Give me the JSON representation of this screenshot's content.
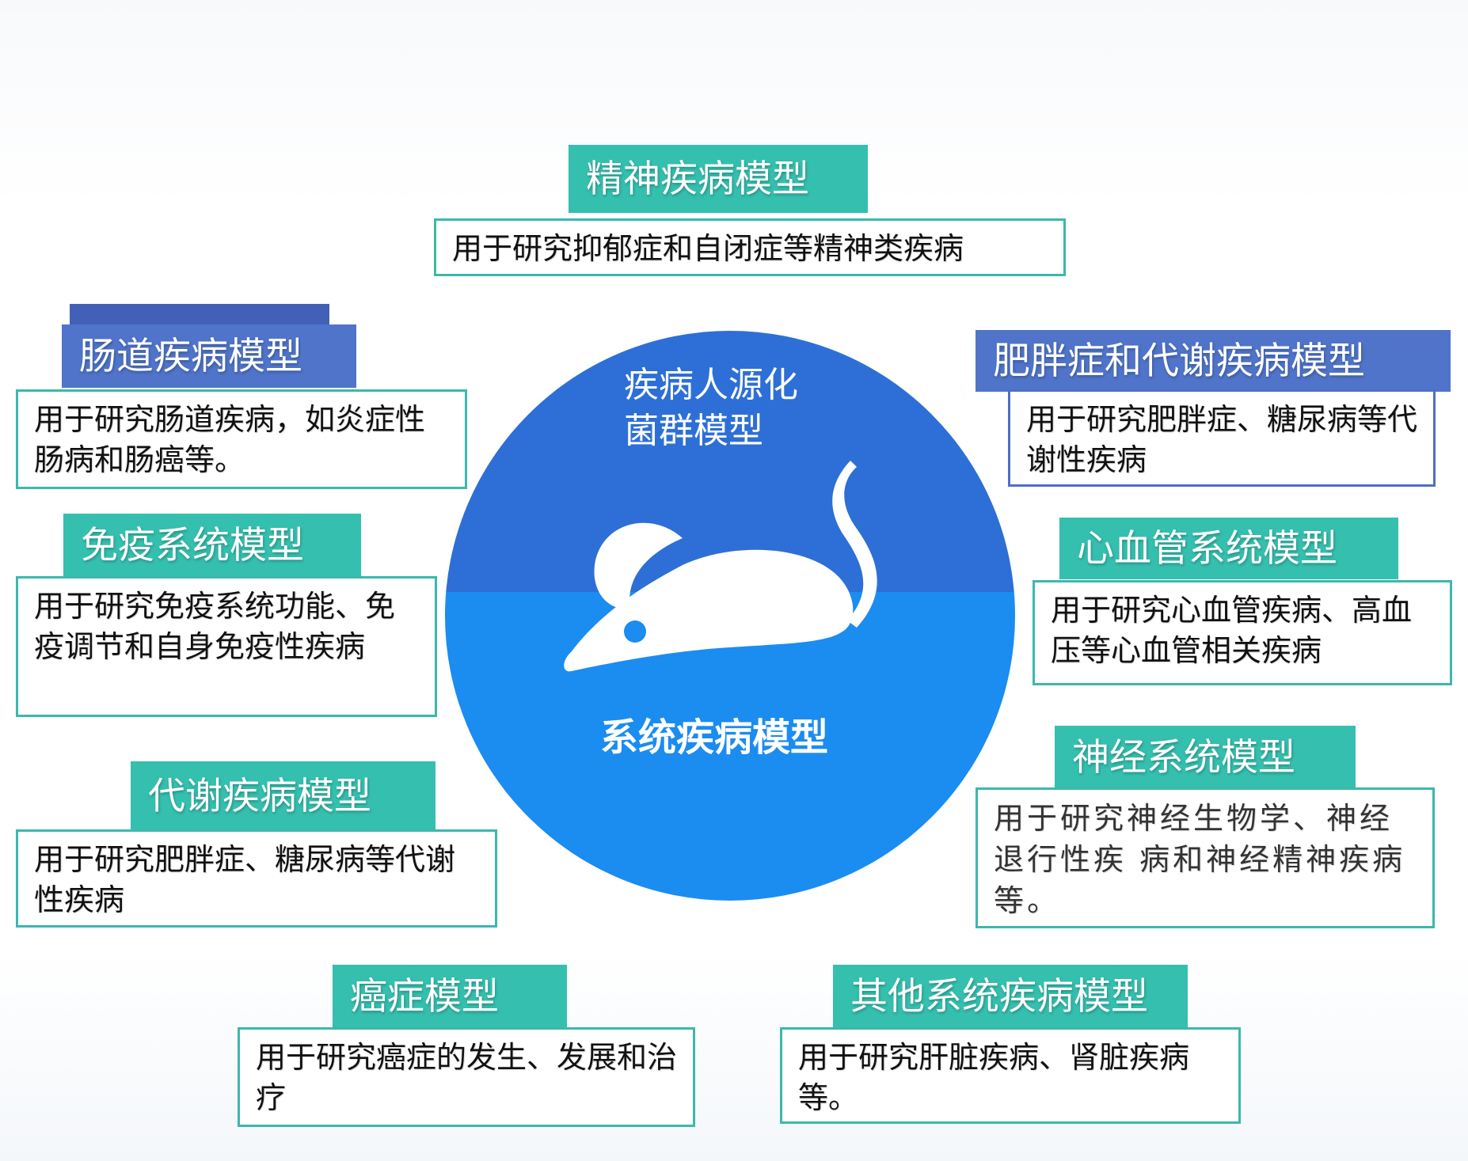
{
  "center": {
    "top_text_line1": "疾病人源化",
    "top_text_line2": "菌群模型",
    "bottom_title": "系统疾病模型",
    "mouse_icon": "mouse-icon",
    "colors": {
      "top": "#2d6fd6",
      "bottom": "#1b8cf0"
    }
  },
  "models": [
    {
      "title": "精神疾病模型",
      "desc": "用于研究抑郁症和自闭症等精神类疾病"
    },
    {
      "title": "肠道疾病模型",
      "desc": "用于研究肠道疾病，如炎症性肠病和肠癌等。"
    },
    {
      "title": "肥胖症和代谢疾病模型",
      "desc": "用于研究肥胖症、糖尿病等代谢性疾病"
    },
    {
      "title": "免疫系统模型",
      "desc": "用于研究免疫系统功能、免疫调节和自身免疫性疾病"
    },
    {
      "title": "心血管系统模型",
      "desc": "用于研究心血管疾病、高血压等心血管相关疾病"
    },
    {
      "title": "代谢疾病模型",
      "desc": "用于研究肥胖症、糖尿病等代谢性疾病"
    },
    {
      "title": "神经系统模型",
      "desc": "用于研究神经生物学、神经退行性疾 病和神经精神疾病等。"
    },
    {
      "title": "癌症模型",
      "desc": "用于研究癌症的发生、发展和治疗"
    },
    {
      "title": "其他系统疾病模型",
      "desc": "用于研究肝脏疾病、肾脏疾病等。"
    }
  ],
  "palette": {
    "teal": "#35bfae",
    "blue": "#4f74c9",
    "border_teal": "#3cb8ac"
  }
}
